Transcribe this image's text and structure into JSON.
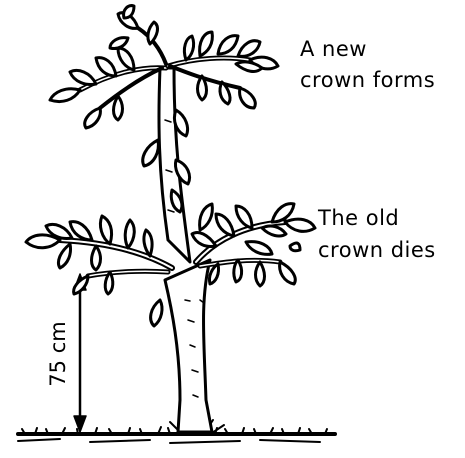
{
  "labels": {
    "new_crown_line1": "A new",
    "new_crown_line2": "crown forms",
    "old_crown_line1": "The old",
    "old_crown_line2": "crown dies",
    "height_measure": "75 cm"
  },
  "colors": {
    "ink": "#000000",
    "paper": "#ffffff"
  }
}
